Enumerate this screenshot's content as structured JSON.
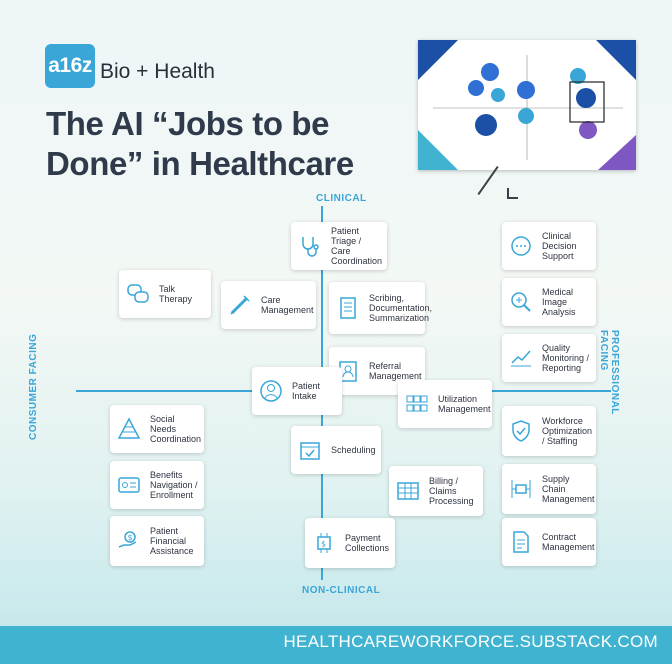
{
  "header": {
    "logo_text": "a16z",
    "brand": "Bio + Health",
    "title": "The AI “Jobs to be Done” in Healthcare"
  },
  "axes": {
    "top": "CLINICAL",
    "bottom": "NON-CLINICAL",
    "left": "CONSUMER FACING",
    "right": "PROFESSIONAL FACING"
  },
  "cards": {
    "triage": "Patient Triage / Care Coordination",
    "talk": "Talk Therapy",
    "care_mgmt": "Care Management",
    "scribing": "Scribing, Documentation, Summarization",
    "cds": "Clinical Decision Support",
    "imaging": "Medical Image Analysis",
    "quality": "Quality Monitoring / Reporting",
    "referral": "Referral Management",
    "intake": "Patient Intake",
    "utilization": "Utilization Management",
    "social": "Social Needs Coordination",
    "benefits": "Benefits Navigation / Enrollment",
    "financial": "Patient Financial Assistance",
    "scheduling": "Scheduling",
    "billing": "Billing / Claims Processing",
    "payment": "Payment Collections",
    "workforce": "Workforce Optimization / Staffing",
    "supply": "Supply Chain Management",
    "contract": "Contract Management"
  },
  "footer": {
    "text": "HEALTHCAREWORKFORCE.SUBSTACK.COM"
  },
  "colors": {
    "accent": "#3aa6d8",
    "footer": "#3fb3cf",
    "title": "#2f3b4a"
  }
}
